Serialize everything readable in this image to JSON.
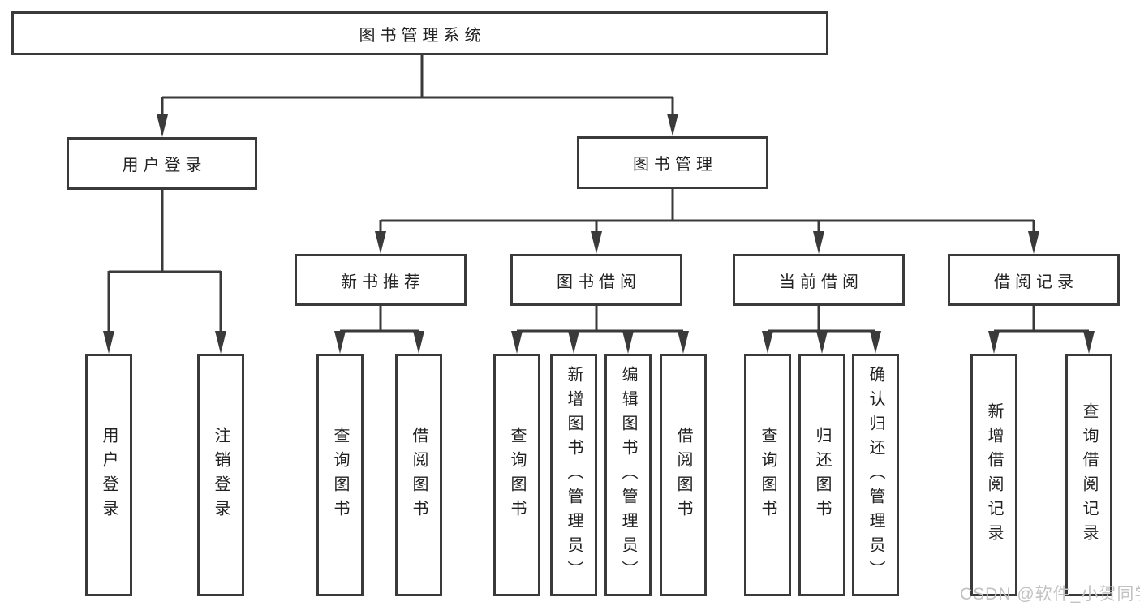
{
  "diagram": {
    "title_node": {
      "label": "图书管理系统"
    },
    "level2": [
      {
        "label": "用户登录"
      },
      {
        "label": "图书管理"
      }
    ],
    "level3": [
      {
        "label": "新书推荐"
      },
      {
        "label": "图书借阅"
      },
      {
        "label": "当前借阅"
      },
      {
        "label": "借阅记录"
      }
    ],
    "leaves": {
      "user_login": [
        "用户登录",
        "注销登录"
      ],
      "new_book_recommend": [
        "查询图书",
        "借阅图书"
      ],
      "book_borrow": [
        "查询图书",
        "新增图书（管理员）",
        "编辑图书（管理员）",
        "借阅图书"
      ],
      "current_borrow": [
        "查询图书",
        "归还图书",
        "确认归还（管理员）"
      ],
      "borrow_records": [
        "新增借阅记录",
        "查询借阅记录"
      ]
    }
  },
  "watermark": {
    "text": "CSDN @软件_小贺同学"
  },
  "colors": {
    "line": "#3a3a3a",
    "border": "#3a3a3a",
    "text": "#222222",
    "watermark": "#c2c2c2",
    "background": "#ffffff"
  }
}
